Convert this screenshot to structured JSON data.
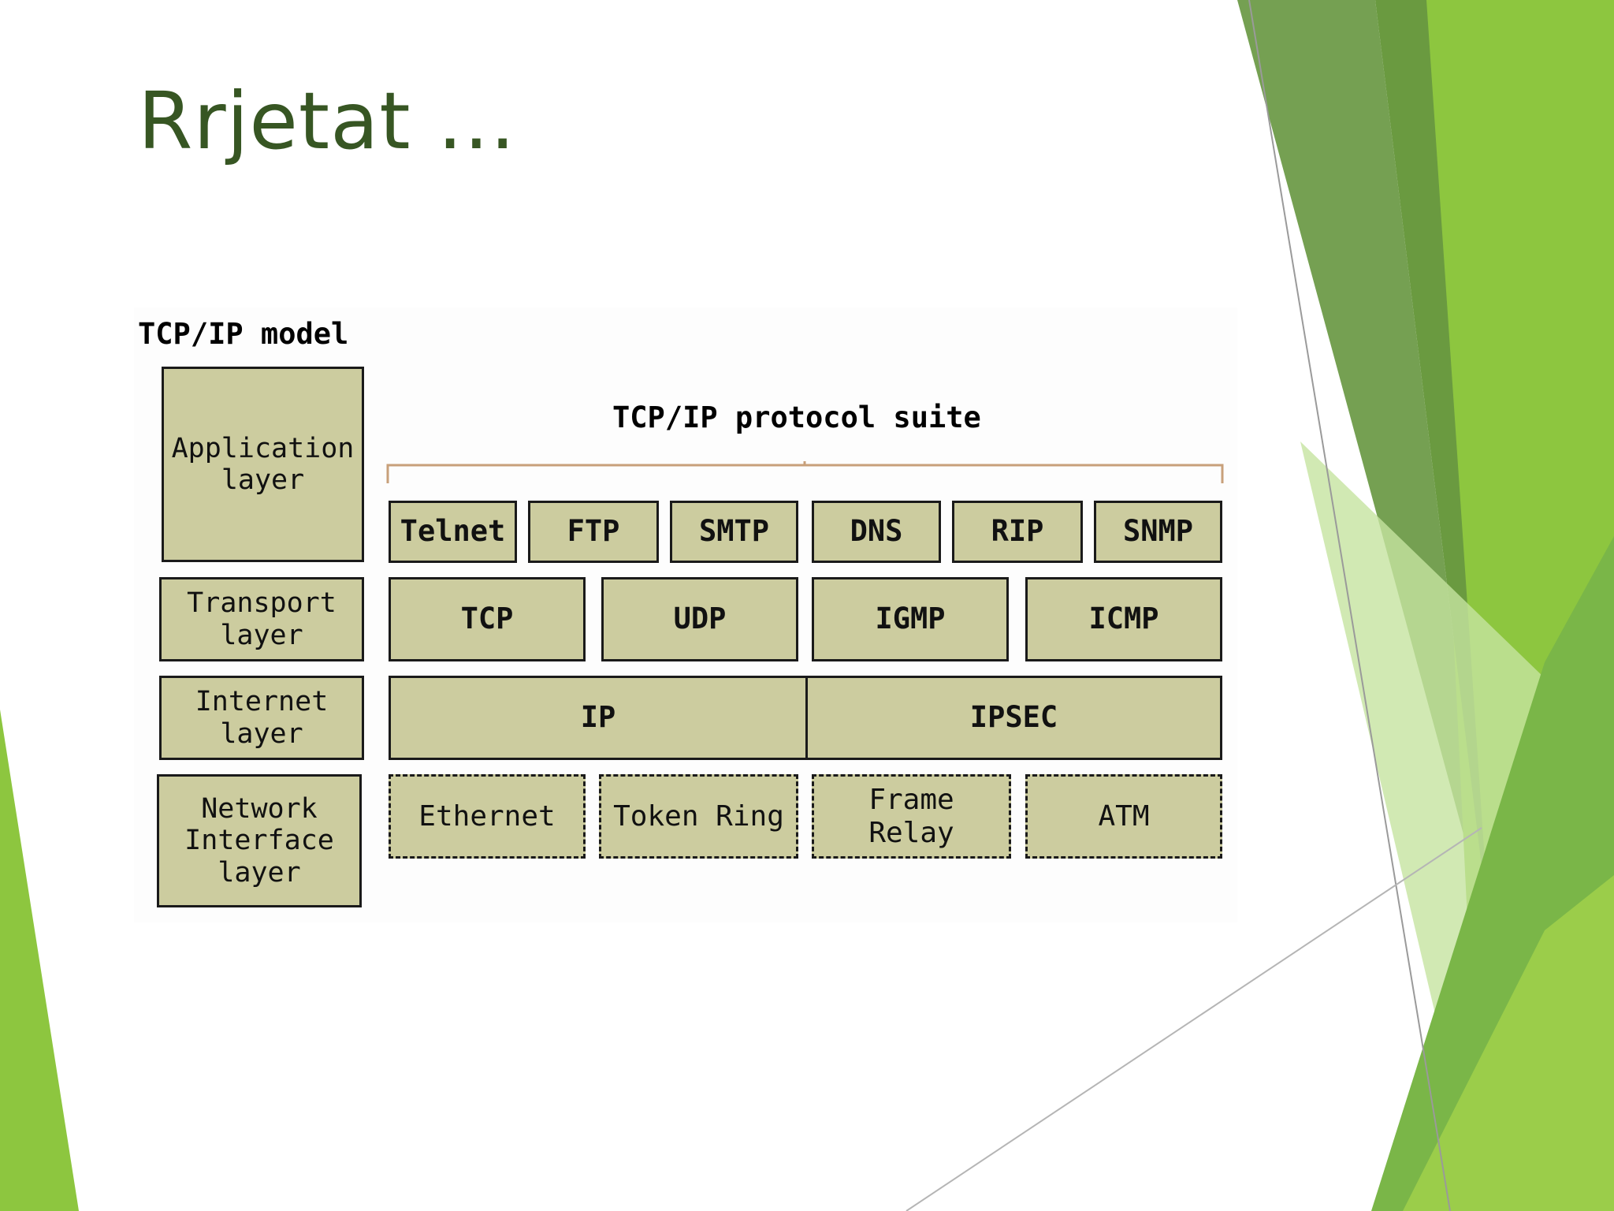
{
  "slide": {
    "title": "Rrjetat …"
  },
  "diagram": {
    "model_title": "TCP/IP model",
    "suite_title": "TCP/IP protocol suite",
    "layers": [
      "Application\nlayer",
      "Transport\nlayer",
      "Internet\nlayer",
      "Network\nInterface\nlayer"
    ],
    "application_protocols": [
      "Telnet",
      "FTP",
      "SMTP",
      "DNS",
      "RIP",
      "SNMP"
    ],
    "transport_protocols": [
      "TCP",
      "UDP",
      "IGMP",
      "ICMP"
    ],
    "internet_protocols": [
      "IP",
      "IPSEC"
    ],
    "network_interfaces": [
      "Ethernet",
      "Token Ring",
      "Frame\nRelay",
      "ATM"
    ]
  },
  "colors": {
    "title": "#375623",
    "box_fill": "#cccc9f",
    "bracket": "#c8a07a",
    "accent_green": "#8dc63f"
  }
}
